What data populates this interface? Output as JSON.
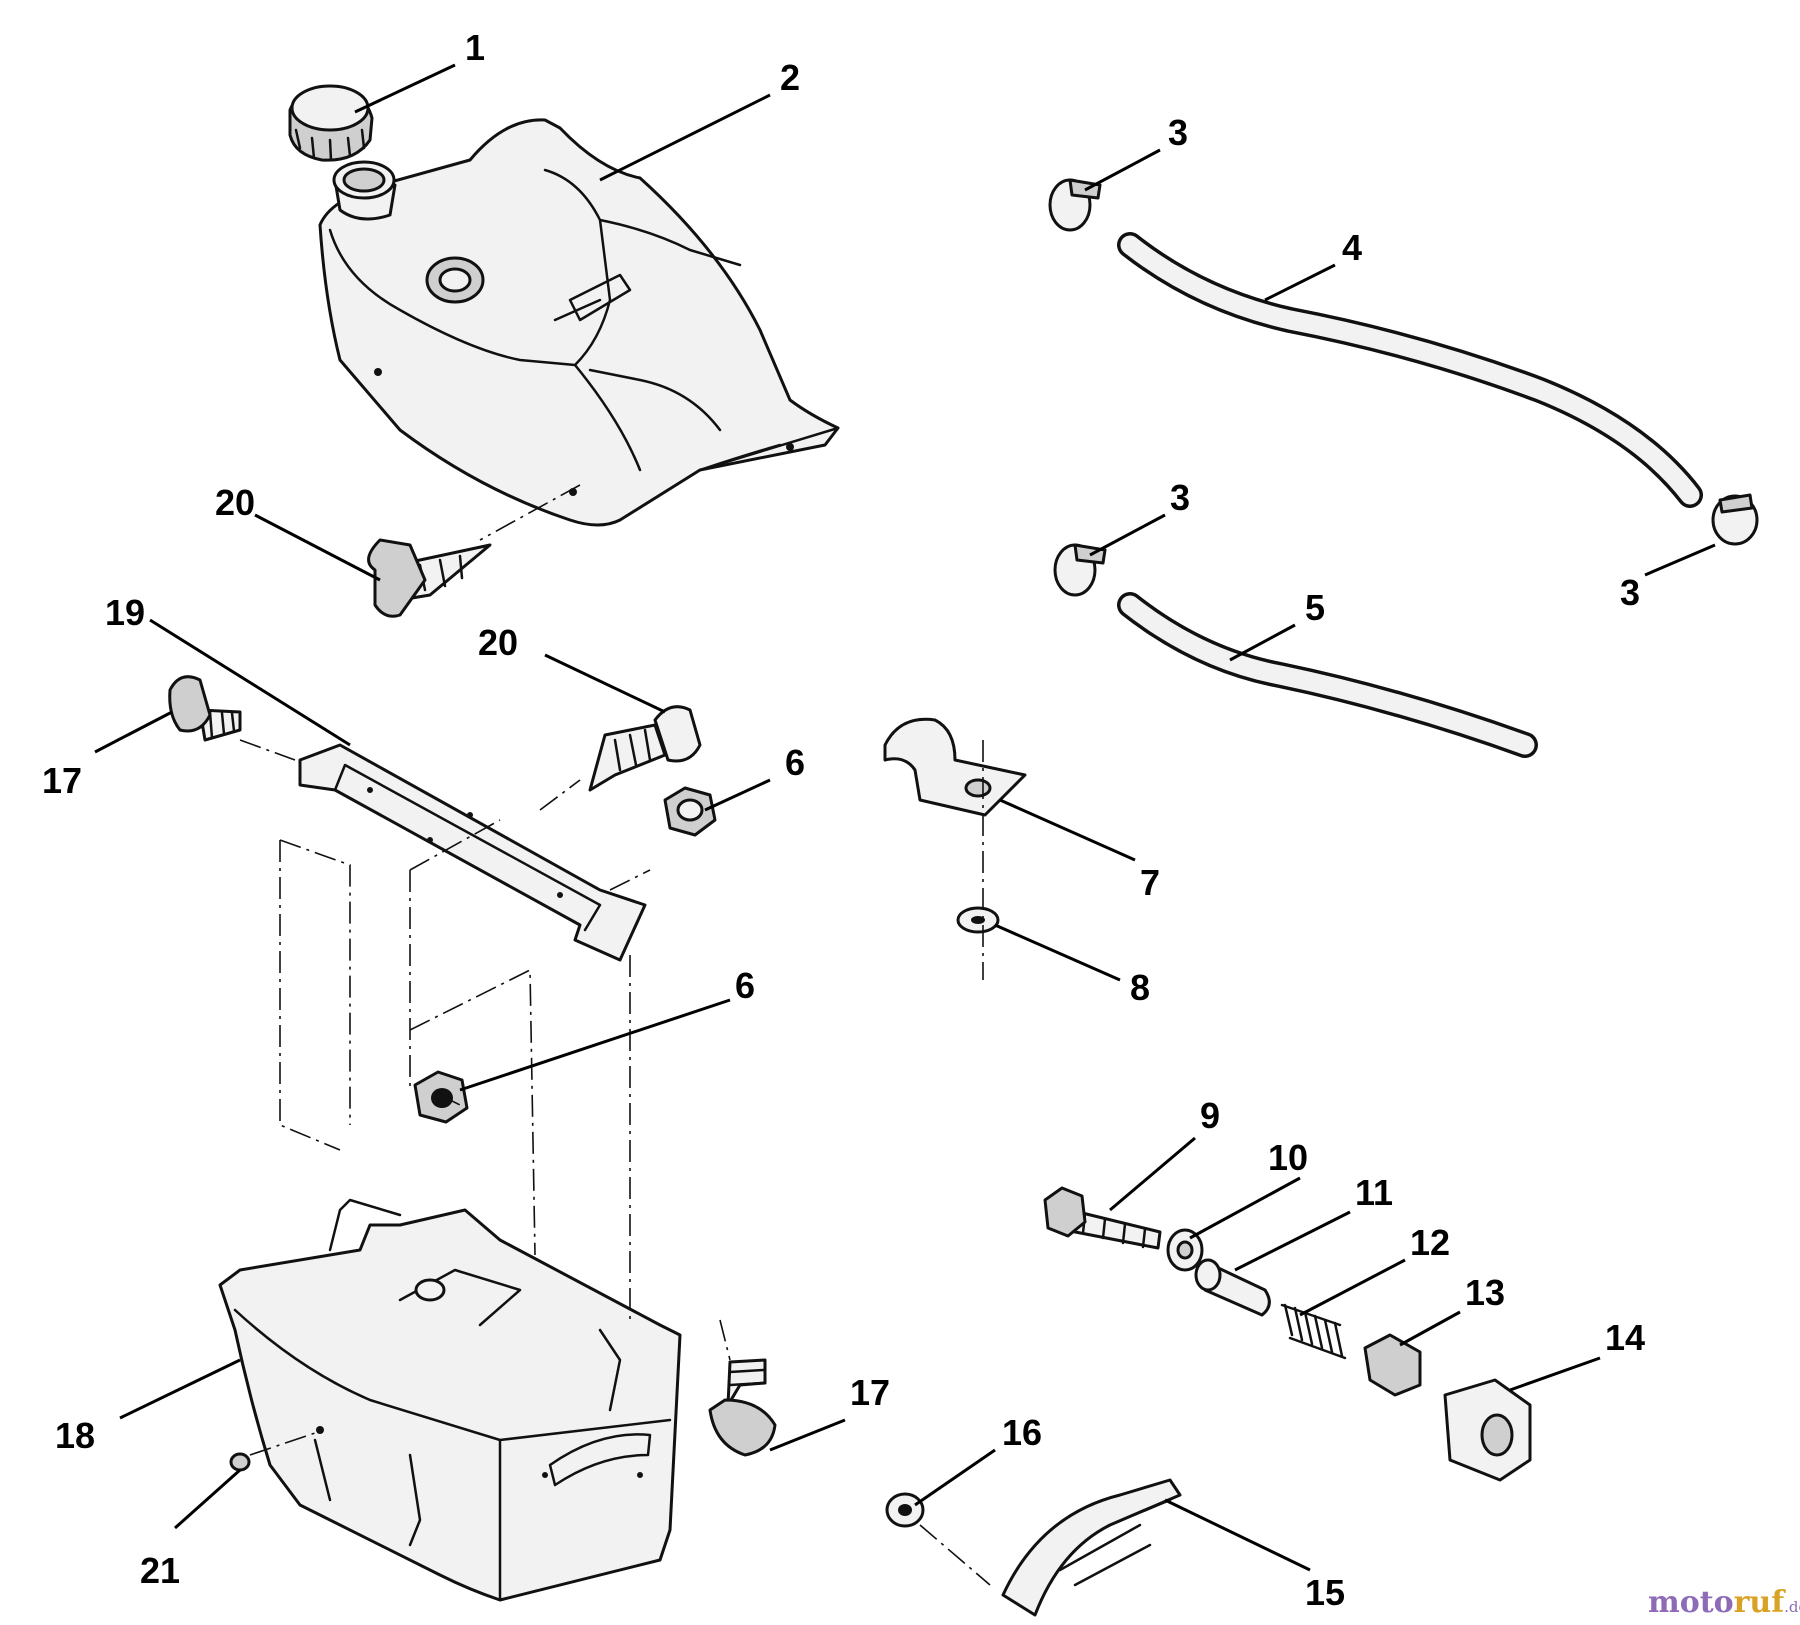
{
  "callouts": {
    "c1": "1",
    "c2": "2",
    "c3a": "3",
    "c3b": "3",
    "c3c": "3",
    "c4": "4",
    "c5": "5",
    "c6a": "6",
    "c6b": "6",
    "c7": "7",
    "c8": "8",
    "c9": "9",
    "c10": "10",
    "c11": "11",
    "c12": "12",
    "c13": "13",
    "c14": "14",
    "c15": "15",
    "c16": "16",
    "c17a": "17",
    "c17b": "17",
    "c18": "18",
    "c19": "19",
    "c20a": "20",
    "c20b": "20",
    "c21": "21"
  },
  "watermark": {
    "part_a": "moto",
    "part_b": "ruf",
    "suffix": ".de"
  }
}
